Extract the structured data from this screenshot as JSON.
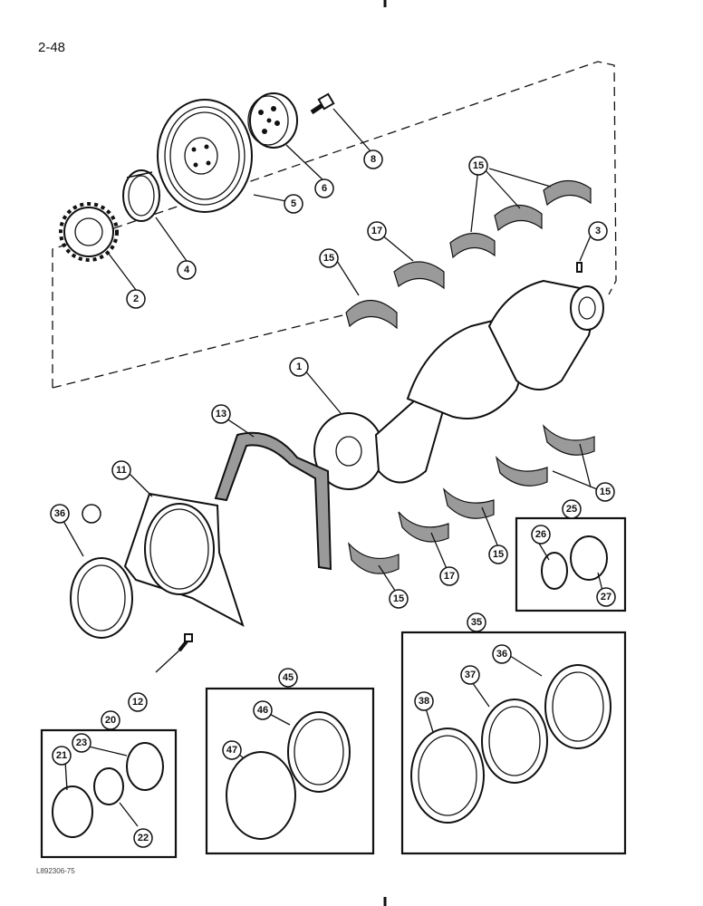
{
  "page": {
    "page_number": "2-48",
    "figure_id": "L892306-75"
  },
  "callouts": {
    "c1": "1",
    "c2": "2",
    "c3": "3",
    "c4": "4",
    "c5": "5",
    "c6": "6",
    "c8": "8",
    "c11": "11",
    "c12": "12",
    "c13": "13",
    "c15a": "15",
    "c15b": "15",
    "c15c": "15",
    "c15d": "15",
    "c15e": "15",
    "c17a": "17",
    "c17b": "17",
    "c20": "20",
    "c21": "21",
    "c22": "22",
    "c23": "23",
    "c25": "25",
    "c26": "26",
    "c27": "27",
    "c35": "35",
    "c36a": "36",
    "c36b": "36",
    "c37": "37",
    "c38": "38",
    "c45": "45",
    "c46": "46",
    "c47": "47"
  },
  "kit_boxes": [
    "20",
    "25",
    "35",
    "45"
  ],
  "icons": [
    "crankshaft-icon",
    "pulley-icon",
    "gear-icon",
    "bearing-shell-icon",
    "seal-ring-icon",
    "gasket-icon",
    "bolt-icon"
  ]
}
